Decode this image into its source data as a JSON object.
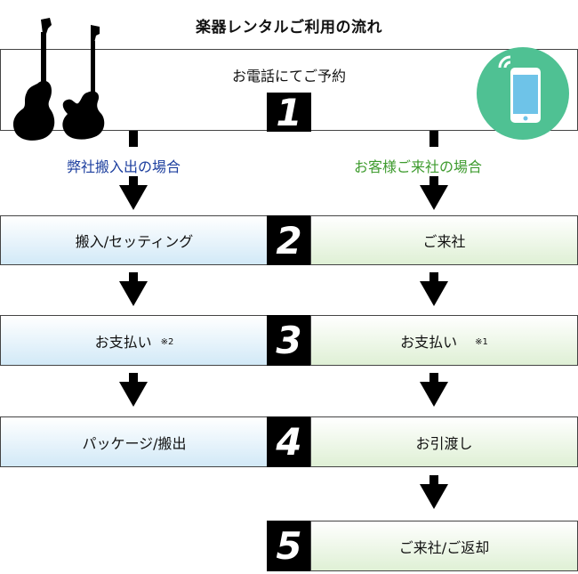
{
  "title": "楽器レンタルご利用の流れ",
  "step1": {
    "num": "1",
    "label": "お電話にてご予約"
  },
  "branch_left": "弊社搬入出の場合",
  "branch_right": "お客様ご来社の場合",
  "left_steps": [
    {
      "label": "搬入/セッティング"
    },
    {
      "label": "お支払い",
      "note": "※2"
    },
    {
      "label": "パッケージ/搬出"
    }
  ],
  "right_steps": [
    {
      "label": "ご来社"
    },
    {
      "label": "お支払い",
      "note": "※1"
    },
    {
      "label": "お引渡し"
    },
    {
      "label": "ご来社/ご返却"
    }
  ],
  "numbers": [
    "2",
    "3",
    "4",
    "5"
  ],
  "colors": {
    "left_branch": "#1d3f9f",
    "right_branch": "#3e9b2e",
    "phone_circle": "#4fc193",
    "phone_screen": "#6ec3e8"
  },
  "icons": [
    "electric-guitar-icon",
    "bass-guitar-icon",
    "smartphone-icon"
  ]
}
